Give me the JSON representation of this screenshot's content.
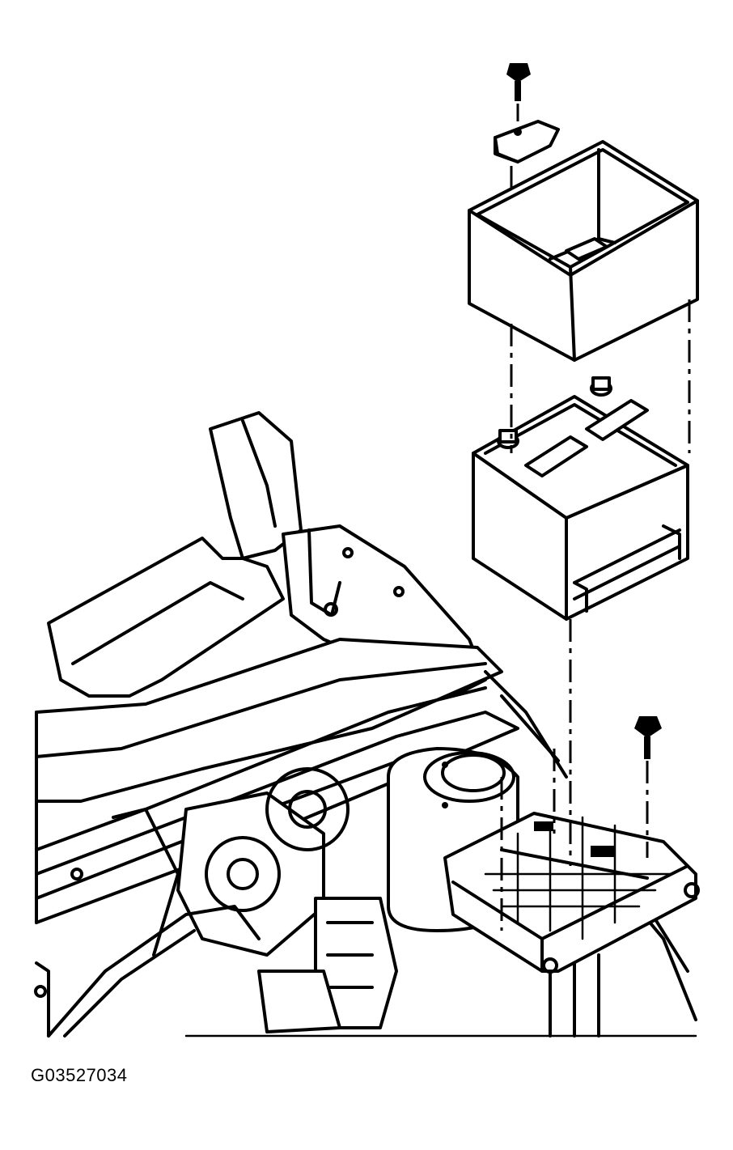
{
  "figure": {
    "id_label": "G03527034",
    "colors": {
      "ink": "#000000",
      "paper": "#ffffff"
    },
    "parts": [
      "upper-bolt",
      "retainer-clamp",
      "battery-insulator-box",
      "battery",
      "lower-bolt",
      "battery-tray",
      "engine-compartment-structure"
    ]
  }
}
